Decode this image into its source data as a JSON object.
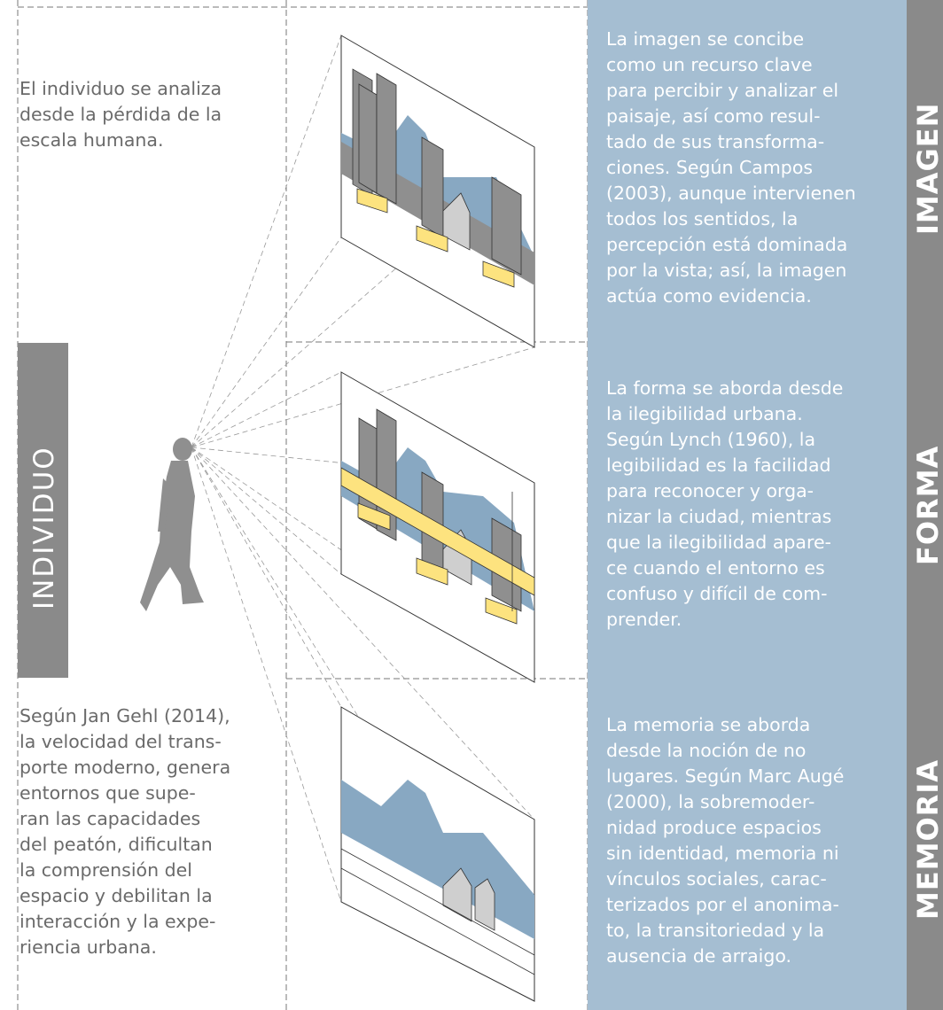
{
  "left_top_text": "El individuo se analiza\ndesde la pérdida de la\nescala humana.",
  "left_bottom_text": "Según Jan Gehl (2014),\nla velocidad del trans-\nporte moderno, genera\nentornos que supe-\nran las capacidades\ndel peatón, dificultan\nla comprensión del\nespacio y debilitan la\ninteracción y la expe-\nriencia urbana.",
  "individuo_label": "INDIVIDUO",
  "sections": [
    {
      "label": "IMAGEN",
      "text": "La imagen se concibe\ncomo un recurso clave\npara percibir y analizar el\npaisaje, así como resul-\ntado de sus transforma-\nciones. Según Campos\n(2003), aunque intervienen\ntodos los sentidos, la\npercepción está dominada\npor la vista; así, la imagen\nactúa como evidencia."
    },
    {
      "label": "FORMA",
      "text": "La forma se aborda desde\nla ilegibilidad urbana.\nSegún Lynch (1960), la\nlegibilidad es la facilidad\npara reconocer y orga-\nnizar la ciudad, mientras\nque la ilegibilidad apare-\nce cuando el entorno es\nconfuso y difícil de com-\nprender."
    },
    {
      "label": "MEMORIA",
      "text": "La memoria se aborda\ndesde la noción de no\nlugares. Según Marc Augé\n(2000), la sobremoder-\nnidad produce espacios\nsin identidad, memoria ni\nvínculos sociales, carac-\nterizados por el anonima-\nto, la transitoriedad y la\nausencia de arraigo."
    }
  ],
  "colors": {
    "blue_panel": "#a5bed2",
    "grey_label": "#8a8a8a",
    "building_grey": "#8f8f8f",
    "sky_blue": "#88a8c2",
    "highlight_yellow": "#fde37f"
  }
}
